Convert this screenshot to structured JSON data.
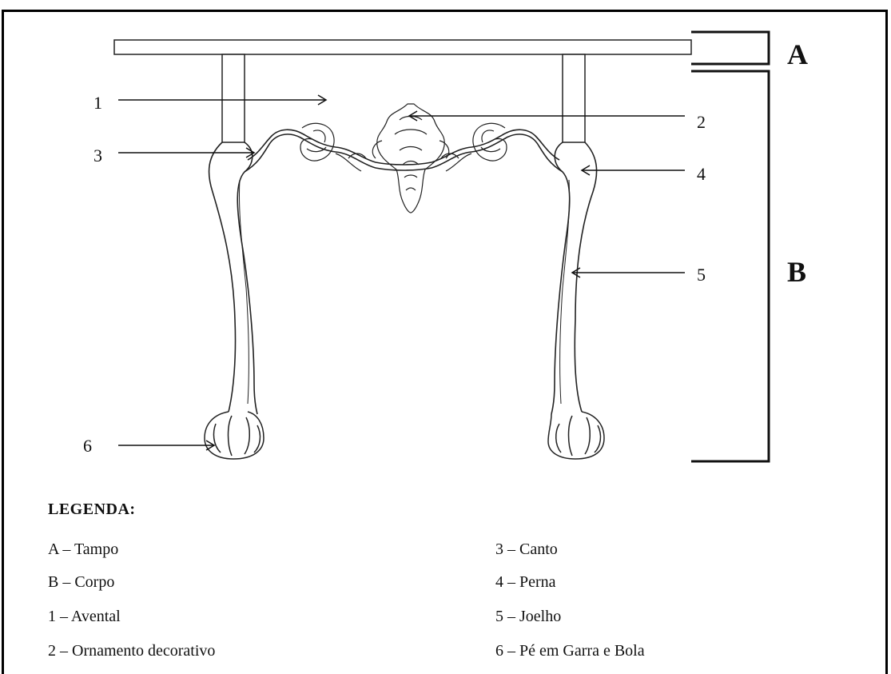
{
  "diagram": {
    "markers": {
      "A": "A",
      "B": "B"
    },
    "callouts": {
      "n1": "1",
      "n2": "2",
      "n3": "3",
      "n4": "4",
      "n5": "5",
      "n6": "6"
    }
  },
  "legend": {
    "title": "LEGENDA:",
    "left_items": [
      "A – Tampo",
      "B – Corpo",
      "1 – Avental",
      "2 – Ornamento decorativo"
    ],
    "right_items": [
      "3 – Canto",
      "4 – Perna",
      "5 – Joelho",
      "6 – Pé em Garra e Bola"
    ]
  }
}
